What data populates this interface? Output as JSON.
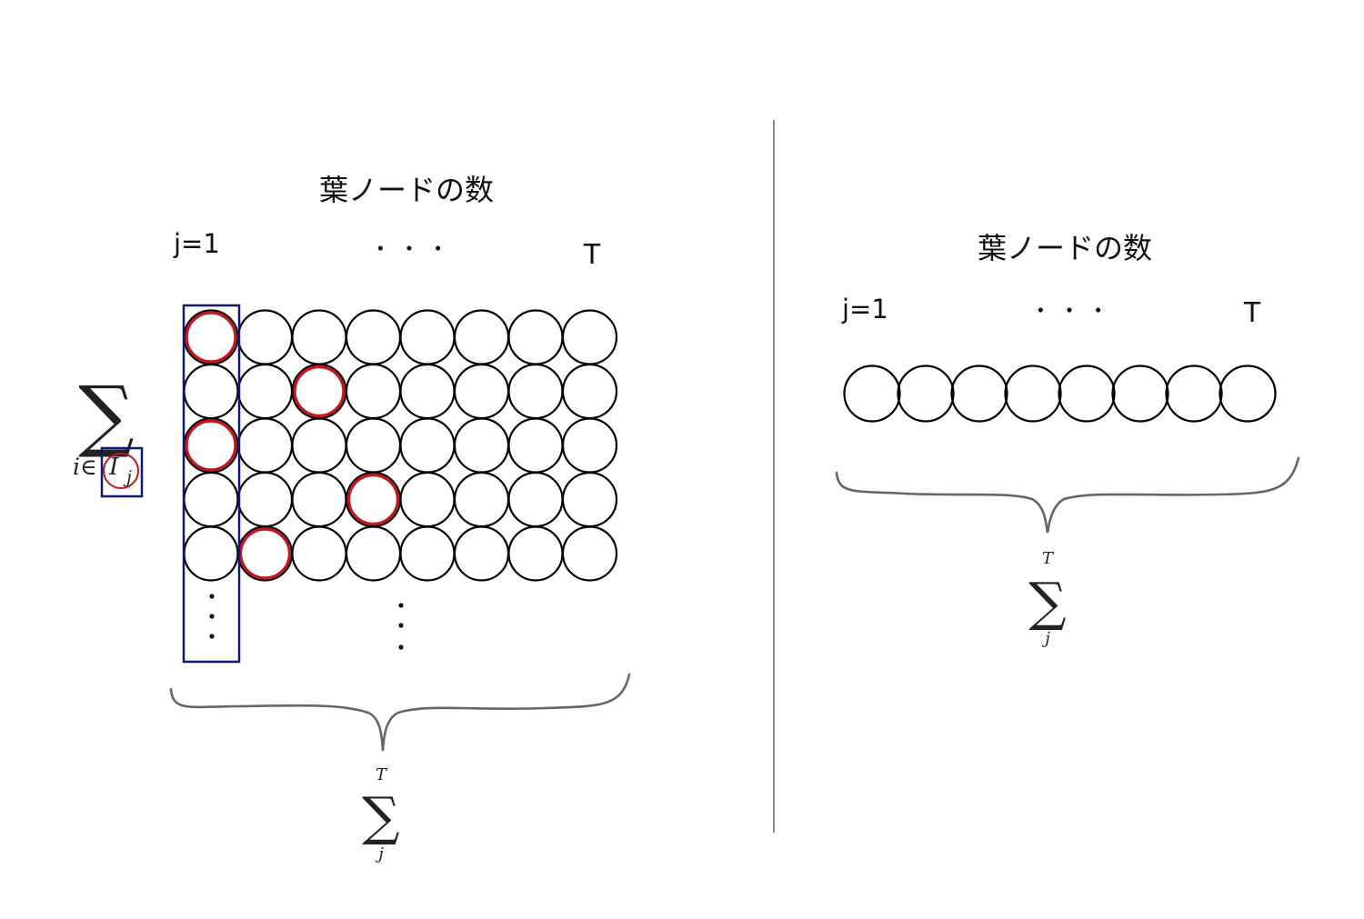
{
  "left_panel": {
    "header": "葉ノードの数",
    "index_start": "j=1",
    "index_dots": "・ ・ ・",
    "index_end": "T",
    "grid": {
      "rows": 5,
      "cols": 8,
      "highlighted": [
        [
          0,
          0
        ],
        [
          1,
          2
        ],
        [
          2,
          0
        ],
        [
          3,
          3
        ],
        [
          4,
          1
        ]
      ]
    },
    "inner_sum": {
      "symbol": "∑",
      "sub_i": "i∈",
      "sub_I": "I",
      "sub_j": "j"
    },
    "outer_sum": {
      "top": "T",
      "symbol": "∑",
      "bottom": "j"
    }
  },
  "right_panel": {
    "header": "葉ノードの数",
    "index_start": "j=1",
    "index_dots": "・ ・ ・",
    "index_end": "T",
    "row": {
      "cols": 8
    },
    "sum": {
      "top": "T",
      "symbol": "∑",
      "bottom": "j"
    }
  },
  "colors": {
    "circle_stroke": "#000000",
    "highlight": "#c0181c",
    "column_box": "#0a1a7a",
    "brace": "#666666",
    "divider": "#888888"
  }
}
